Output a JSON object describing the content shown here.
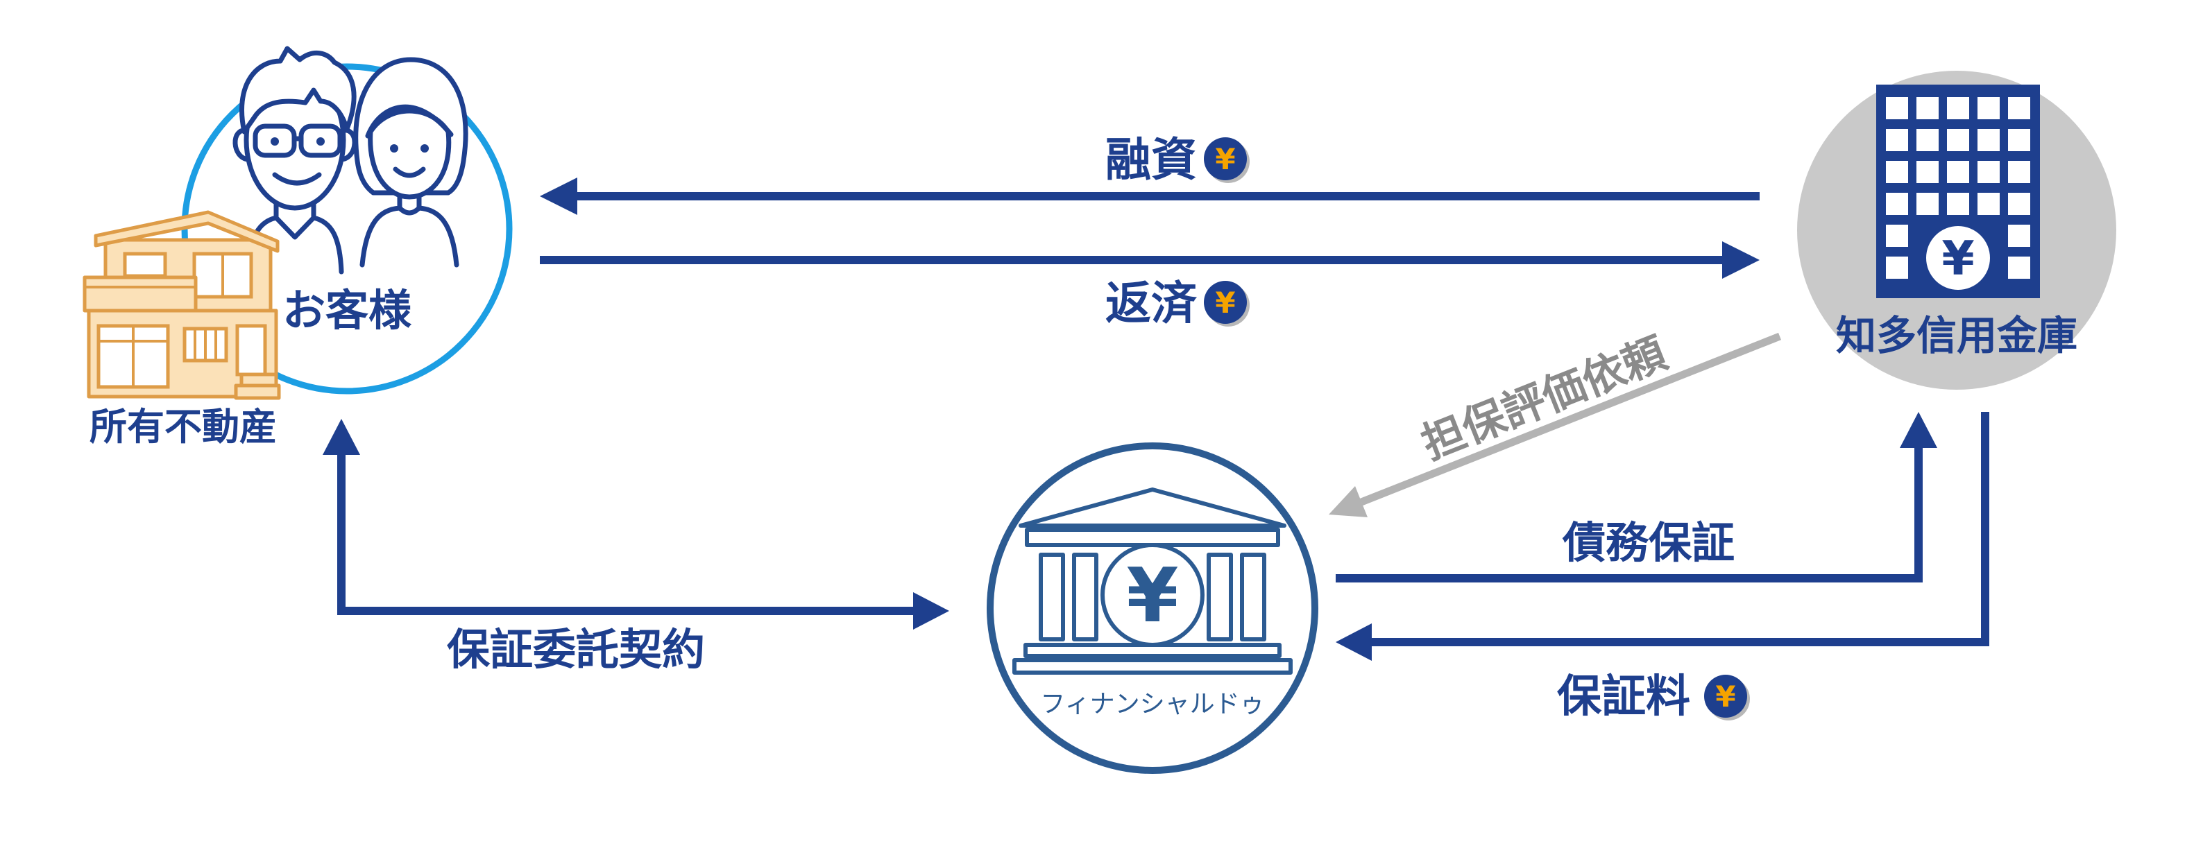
{
  "diagram": {
    "customer": {
      "label": "お客様",
      "icon": "couple-icon"
    },
    "property": {
      "label": "所有不動産",
      "icon": "house-icon"
    },
    "bank": {
      "label": "知多信用金庫",
      "icon": "bank-building-icon"
    },
    "guarantor": {
      "label": "フィナンシャルドゥ",
      "icon": "bank-temple-icon"
    },
    "flows": {
      "loan": {
        "label": "融資",
        "icon": "yen-coin-icon"
      },
      "repayment": {
        "label": "返済",
        "icon": "yen-coin-icon"
      },
      "collateral_appraisal_request": {
        "label": "担保評価依頼"
      },
      "guarantee_contract": {
        "label": "保証委託契約"
      },
      "debt_guarantee": {
        "label": "債務保証"
      },
      "guarantee_fee": {
        "label": "保証料",
        "icon": "yen-coin-icon"
      }
    }
  },
  "symbols": {
    "yen": "¥"
  },
  "colors": {
    "navy": "#1e3f8e",
    "customer_ring": "#1c9ee3",
    "bank_circle": "#c9c9c9",
    "guarantor_ring": "#2c5b92",
    "request_arrow": "#b3b3b3",
    "request_text": "#8a8a8a",
    "yen_coin_symbol": "#f5a300",
    "house_fill": "#fbe1b8",
    "house_outline": "#de9c47"
  }
}
